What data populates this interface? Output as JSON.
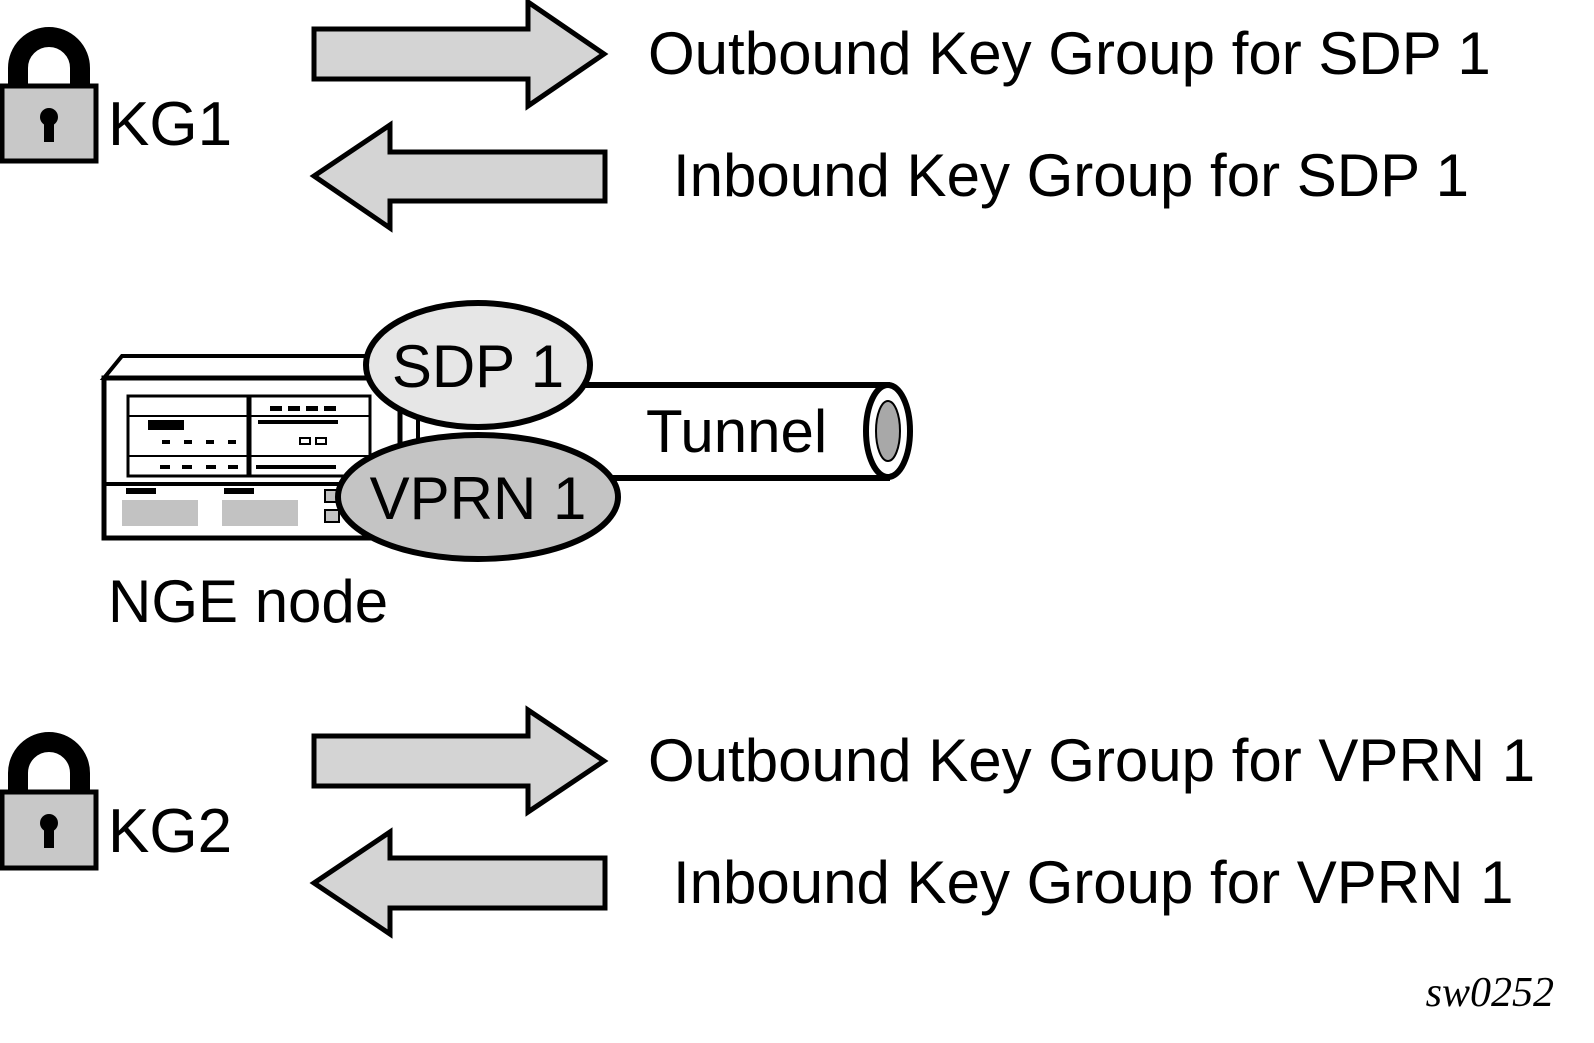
{
  "diagram": {
    "key_groups": [
      {
        "label": "KG1",
        "outbound_text": "Outbound Key Group for SDP 1",
        "inbound_text": "Inbound Key Group for SDP 1"
      },
      {
        "label": "KG2",
        "outbound_text": "Outbound Key Group for VPRN 1",
        "inbound_text": "Inbound Key Group for VPRN 1"
      }
    ],
    "node": {
      "label": "NGE node",
      "sdp_label": "SDP 1",
      "vprn_label": "VPRN 1",
      "tunnel_label": "Tunnel"
    },
    "reference": "sw0252",
    "colors": {
      "arrow_fill": "#d4d4d4",
      "sdp_fill": "#e6e6e6",
      "vprn_fill": "#c4c4c4",
      "lock_body": "#c8c8c8",
      "stroke": "#000000"
    },
    "icons": {
      "lock": "lock-icon",
      "arrow_right": "arrow-right-icon",
      "arrow_left": "arrow-left-icon",
      "router": "router-device-icon"
    }
  }
}
